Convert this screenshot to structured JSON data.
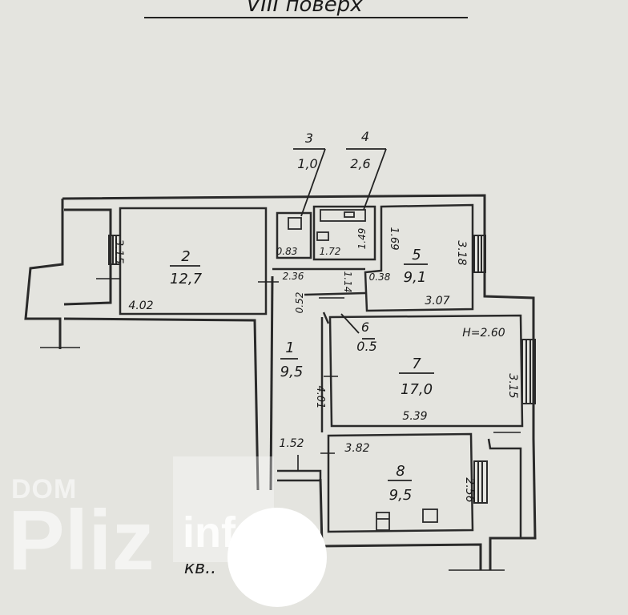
{
  "header": {
    "floor_title": "VIII поверх"
  },
  "rooms": [
    {
      "id": "room-1",
      "number": "1",
      "area": "9,5"
    },
    {
      "id": "room-2",
      "number": "2",
      "area": "12,7"
    },
    {
      "id": "room-3",
      "number": "3",
      "area": "1,0"
    },
    {
      "id": "room-4",
      "number": "4",
      "area": "2,6"
    },
    {
      "id": "room-5",
      "number": "5",
      "area": "9,1"
    },
    {
      "id": "room-6",
      "number": "6",
      "area": "0.5"
    },
    {
      "id": "room-7",
      "number": "7",
      "area": "17,0"
    },
    {
      "id": "room-8",
      "number": "8",
      "area": "9,5"
    }
  ],
  "dimensions": {
    "d_315_room2": "3.15",
    "d_402": "4.02",
    "d_083": "0.83",
    "d_172": "1.72",
    "d_149": "1.49",
    "d_169": "1.69",
    "d_318": "3.18",
    "d_236": "2.36",
    "d_114": "1.14",
    "d_038": "0.38",
    "d_307": "3.07",
    "d_052": "0.52",
    "d_h260": "H=2.60",
    "d_401": "4.01",
    "d_315_room7": "3.15",
    "d_539": "5.39",
    "d_152": "1.52",
    "d_382": "3.82",
    "d_256": "2.56"
  },
  "footer": {
    "apartment_label": "кв.."
  },
  "watermark": {
    "brand_top": "DOM",
    "brand_main": "Pliz",
    "brand_sub": "info"
  }
}
